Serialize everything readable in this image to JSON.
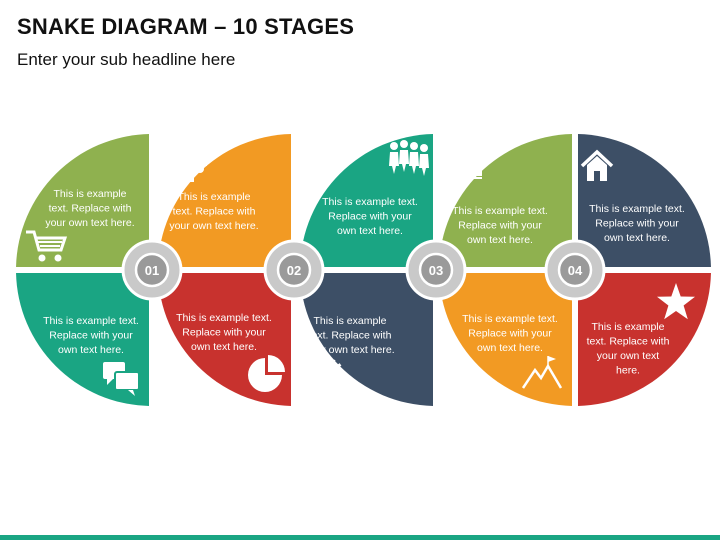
{
  "header": {
    "title": "SNAKE DIAGRAM – 10 STAGES",
    "subtitle": "Enter your sub headline here"
  },
  "colors": {
    "green": "#8fb14f",
    "orange": "#f29a23",
    "teal": "#1aa583",
    "red": "#c8322e",
    "navy": "#3d4f66",
    "hub_ring": "#c9c9c9",
    "hub_inner": "#9a9a9a",
    "footer_bar": "#1aa583"
  },
  "hubs": [
    "01",
    "02",
    "03",
    "04"
  ],
  "segments": [
    {
      "id": "seg-1-top-left",
      "color": "green",
      "icon": "shopping-cart-icon",
      "lines": [
        "This is example",
        "text. Replace with",
        "your own text here."
      ]
    },
    {
      "id": "seg-1-bottom-left",
      "color": "teal",
      "icon": "chat-bubbles-icon",
      "lines": [
        "This is example text.",
        "Replace with your",
        "own text here."
      ]
    },
    {
      "id": "seg-2-top-left",
      "color": "orange",
      "icon": "puzzle-icon",
      "lines": [
        "This is example",
        "text. Replace with",
        "your own text here."
      ]
    },
    {
      "id": "seg-2-bottom-left",
      "color": "red",
      "icon": "pie-chart-icon",
      "lines": [
        "This is example text.",
        "Replace with your",
        "own text here."
      ]
    },
    {
      "id": "seg-3-top",
      "color": "teal",
      "icon": "team-icon",
      "lines": [
        "This is example text.",
        "Replace with your",
        "own text here."
      ]
    },
    {
      "id": "seg-3-bottom",
      "color": "navy",
      "icon": "gears-icon",
      "lines": [
        "This is example",
        "text. Replace with",
        "your own text here."
      ]
    },
    {
      "id": "seg-4-top",
      "color": "green",
      "icon": "growth-chart-icon",
      "lines": [
        "This is example text.",
        "Replace with your",
        "own text here."
      ]
    },
    {
      "id": "seg-4-bottom",
      "color": "orange",
      "icon": "mountain-flag-icon",
      "lines": [
        "This is example text.",
        "Replace with your",
        "own text here."
      ]
    },
    {
      "id": "seg-5-top",
      "color": "navy",
      "icon": "home-icon",
      "lines": [
        "This is example text.",
        "Replace with your",
        "own text here."
      ]
    },
    {
      "id": "seg-5-bottom",
      "color": "red",
      "icon": "star-icon",
      "lines": [
        "This is example",
        "text. Replace with",
        "your own text",
        "here."
      ]
    }
  ]
}
